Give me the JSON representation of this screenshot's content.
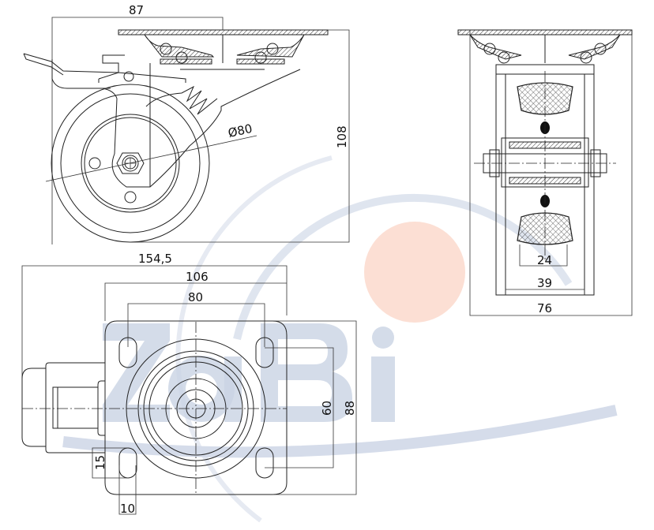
{
  "drawing": {
    "side_view": {
      "dimensions": {
        "offset": "87",
        "height": "108",
        "wheel_diameter": "Ø80"
      }
    },
    "front_view": {
      "dimensions": {
        "tread_width": "24",
        "wheel_width": "39",
        "total_width": "76"
      }
    },
    "top_view": {
      "dimensions": {
        "total_length": "154,5",
        "plate_length": "106",
        "bolt_spacing_x": "80",
        "bolt_spacing_y": "60",
        "plate_width": "88",
        "slot_length": "15",
        "slot_width": "10"
      }
    },
    "watermark": {
      "text": "ZaBi"
    },
    "colors": {
      "line": "#222222",
      "watermark_blue": "#c9d3e4",
      "watermark_pink": "#fbd9cc"
    }
  }
}
